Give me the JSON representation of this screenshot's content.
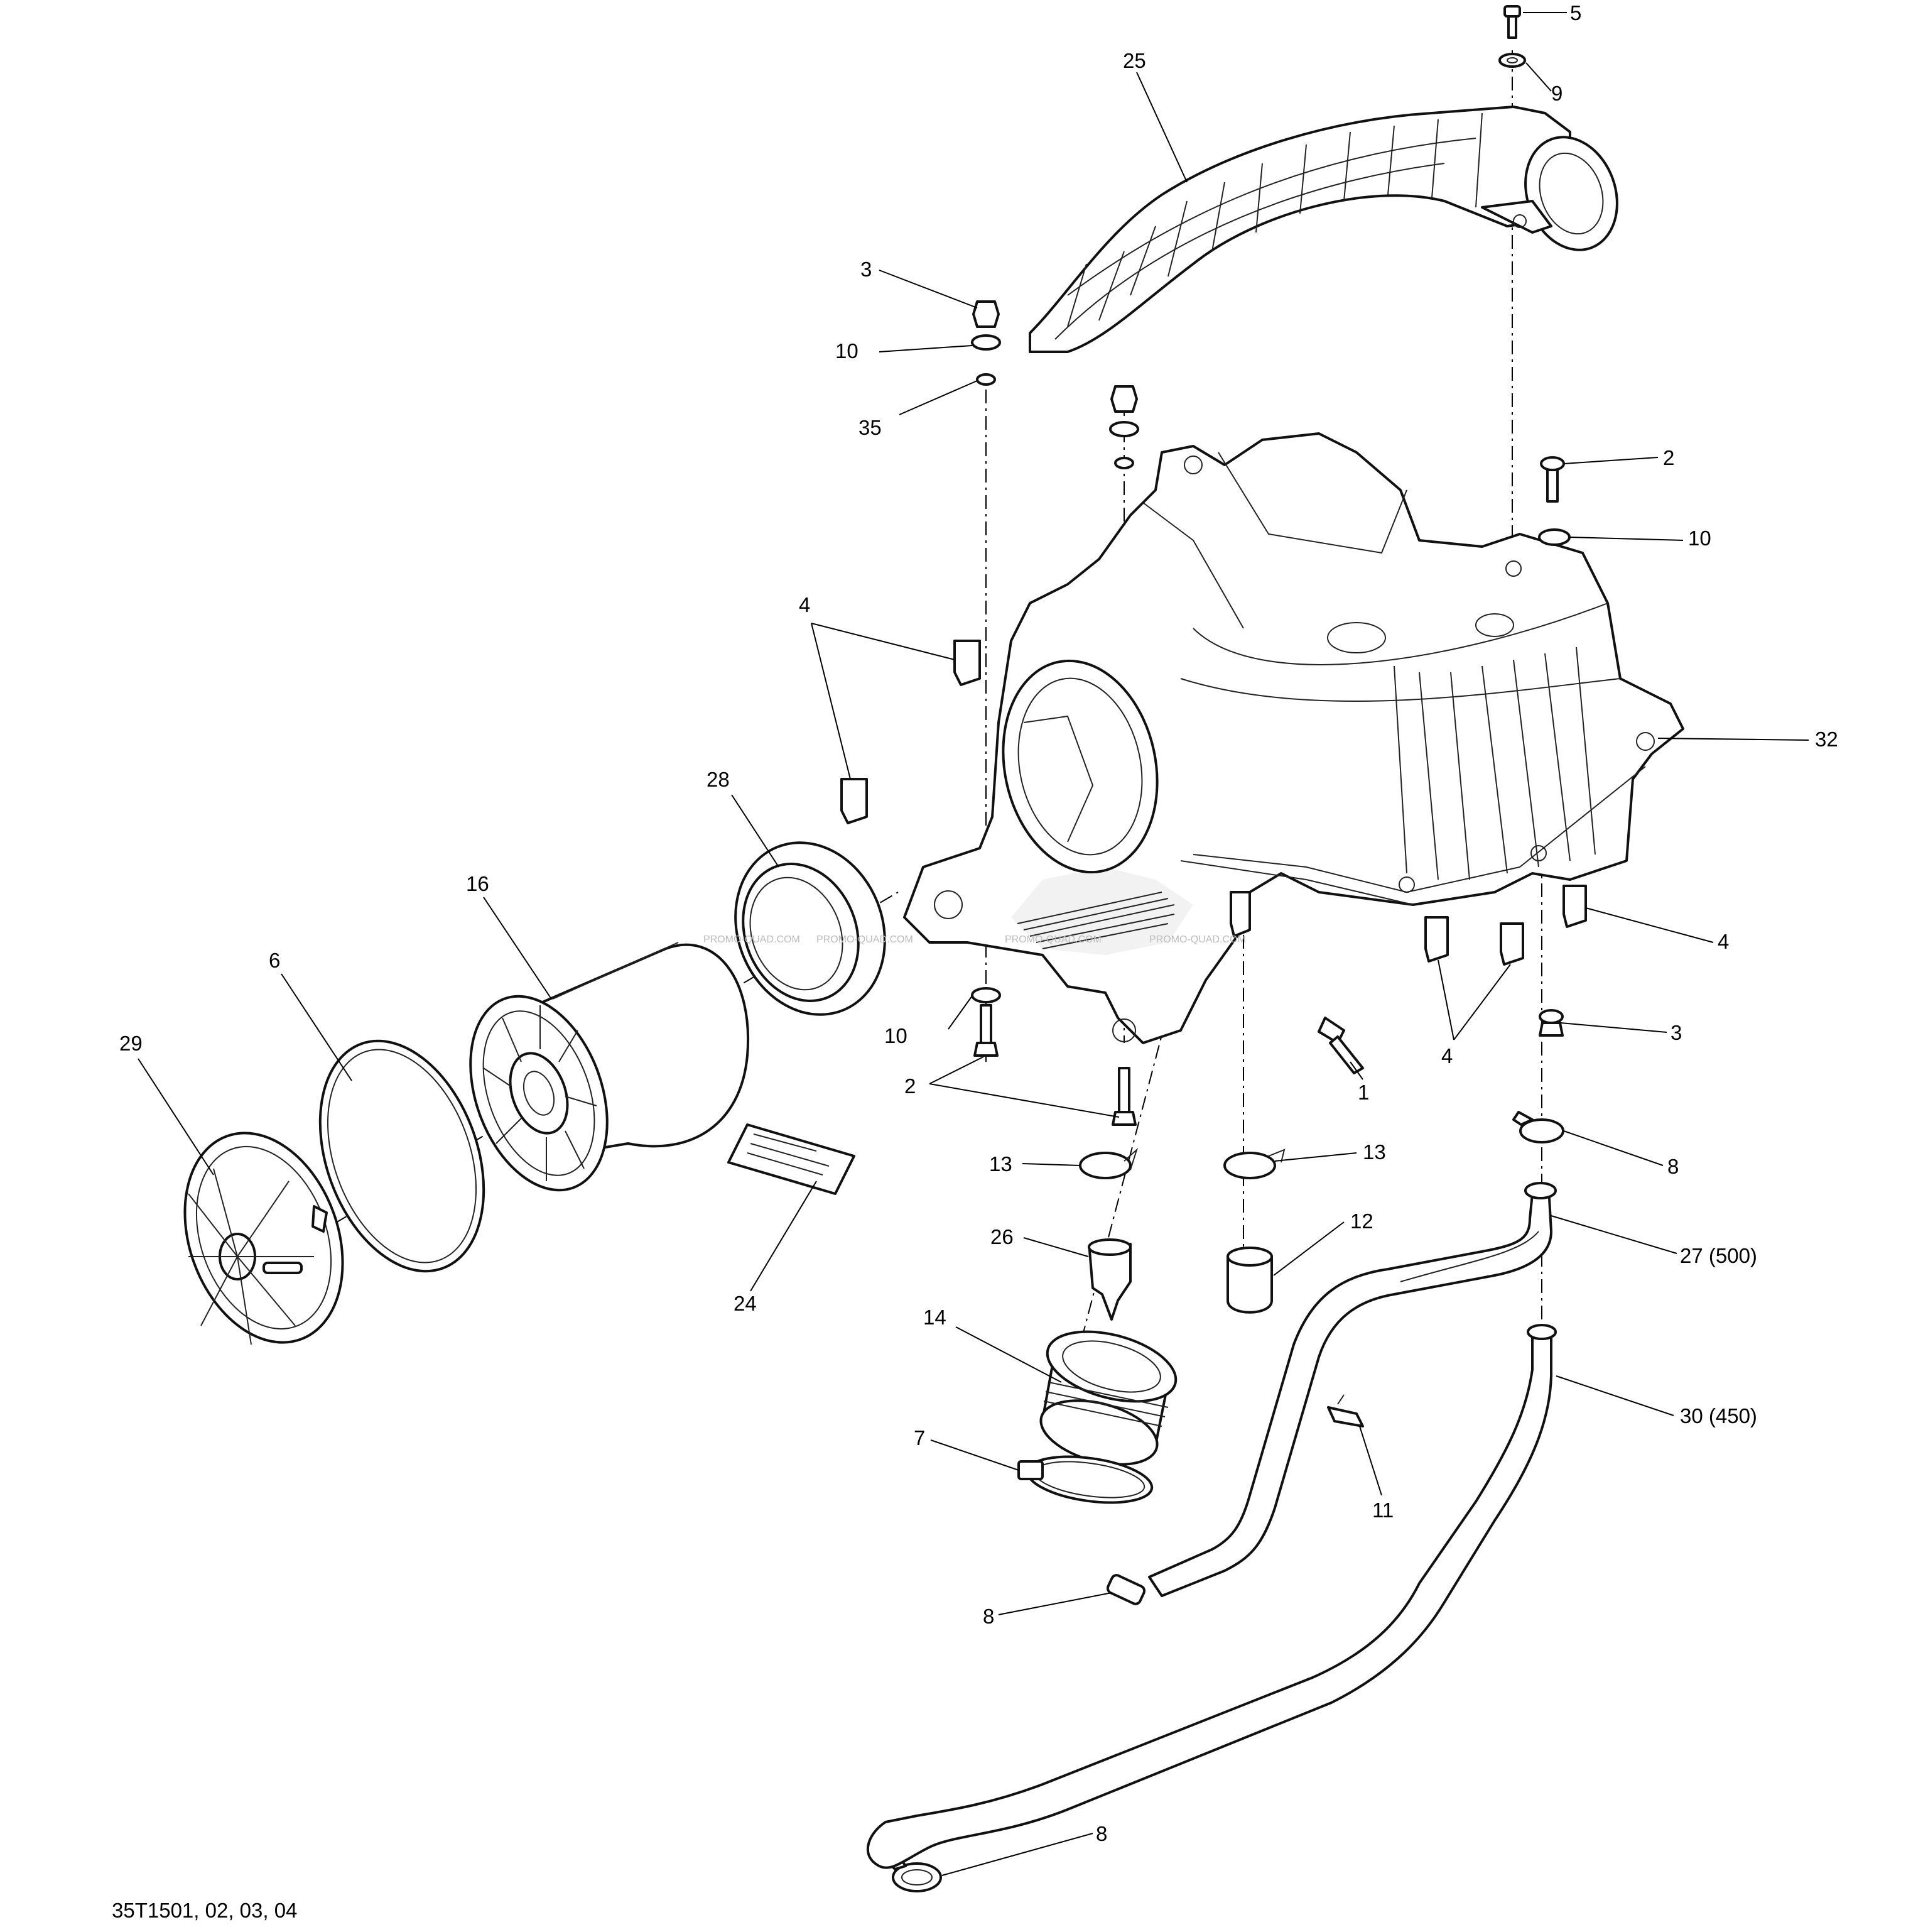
{
  "diagram": {
    "reference_code": "35T1501, 02, 03, 04",
    "watermark": "PROMO-QUAD.COM",
    "labels": {
      "l5": "5",
      "l9": "9",
      "l25": "25",
      "l3a": "3",
      "l10a": "10",
      "l35": "35",
      "l2a": "2",
      "l10b": "10",
      "l4a": "4",
      "l32": "32",
      "l28": "28",
      "l16": "16",
      "l6": "6",
      "l29": "29",
      "l4b": "4",
      "l10c": "10",
      "l1": "1",
      "l4c": "4",
      "l3b": "3",
      "l2b": "2",
      "l13a": "13",
      "l13b": "13",
      "l8a": "8",
      "l26": "26",
      "l12": "12",
      "l27": "27 (500)",
      "l24": "24",
      "l14": "14",
      "l30": "30 (450)",
      "l7": "7",
      "l11": "11",
      "l8b": "8",
      "l8c": "8"
    }
  }
}
